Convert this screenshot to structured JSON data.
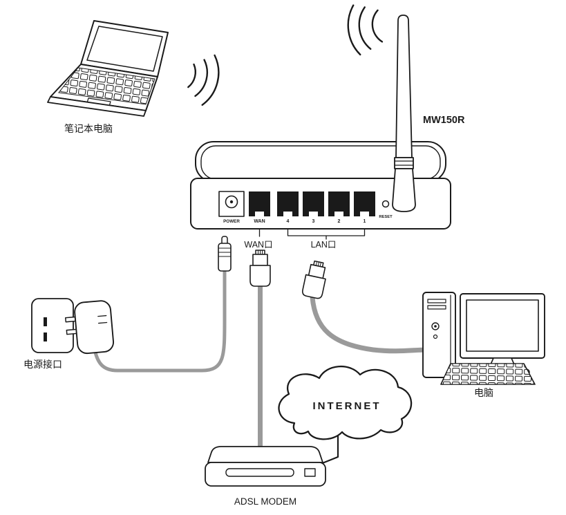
{
  "colors": {
    "outline": "#1a1a1a",
    "cable": "#9a9a9a"
  },
  "labels": {
    "laptop": "笔记本电脑",
    "model": "MW150R",
    "wan_callout": "WAN口",
    "lan_callout": "LAN口",
    "power_socket": "电源接口",
    "computer": "电脑",
    "internet": "INTERNET",
    "modem": "ADSL MODEM"
  },
  "router_panel": {
    "power": "POWER",
    "wan": "WAN",
    "lan_ports": [
      "4",
      "3",
      "2",
      "1"
    ],
    "reset": "RESET"
  }
}
